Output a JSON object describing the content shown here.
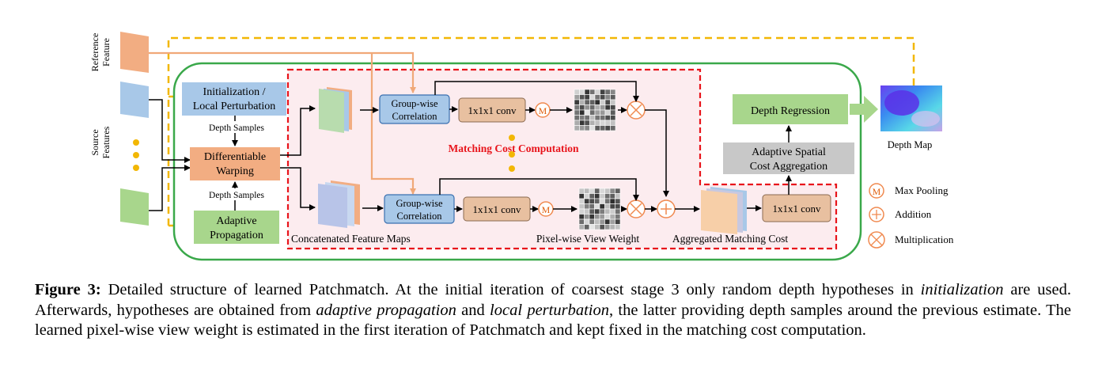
{
  "inputs": {
    "reference_label_1": "Reference",
    "reference_label_2": "Feature",
    "source_label_1": "Source",
    "source_label_2": "Features"
  },
  "boxes": {
    "init_line1": "Initialization /",
    "init_line2": "Local Perturbation",
    "warp_line1": "Differentiable",
    "warp_line2": "Warping",
    "prop_line1": "Adaptive",
    "prop_line2": "Propagation",
    "gwc_top_line1": "Group-wise",
    "gwc_top_line2": "Correlation",
    "gwc_bot_line1": "Group-wise",
    "gwc_bot_line2": "Correlation",
    "conv_top": "1x1x1 conv",
    "conv_bot": "1x1x1 conv",
    "conv_agg": "1x1x1 conv",
    "depth_reg": "Depth Regression",
    "asca_line1": "Adaptive Spatial",
    "asca_line2": "Cost Aggregation"
  },
  "labels": {
    "depth_samples_top": "Depth Samples",
    "depth_samples_bot": "Depth Samples",
    "matching_cost": "Matching Cost Computation",
    "concat_maps": "Concatenated Feature Maps",
    "pixel_view_weight": "Pixel-wise View Weight",
    "agg_cost": "Aggregated Matching Cost",
    "depth_map": "Depth Map"
  },
  "legend": {
    "max_pooling": "Max Pooling",
    "addition": "Addition",
    "multiplication": "Multiplication",
    "m_symbol": "M"
  },
  "colors": {
    "green_frame": "#3aa84a",
    "red_dashed": "#e8141b",
    "yellow_dashed": "#f2b705",
    "orange_arrow": "#f0a878",
    "blue_box": "#a8c8e8",
    "orange_box": "#f2ad82",
    "green_box": "#a8d68c",
    "gray_box": "#c8c8c8",
    "legend_orange": "#f08a50"
  },
  "caption": {
    "fig_label": "Figure 3:",
    "part1": " Detailed structure of learned Patchmatch. At the initial iteration of coarsest stage 3 only random depth hypotheses in ",
    "init_italic": "initialization",
    "part2": " are used. Afterwards, hypotheses are obtained from ",
    "prop_italic": "adaptive propagation",
    "part3": " and ",
    "pert_italic": "local perturbation",
    "part4": ", the latter providing depth samples around the previous estimate. The learned pixel-wise view weight is estimated in the first iteration of Patchmatch and kept fixed in the matching cost computation."
  }
}
